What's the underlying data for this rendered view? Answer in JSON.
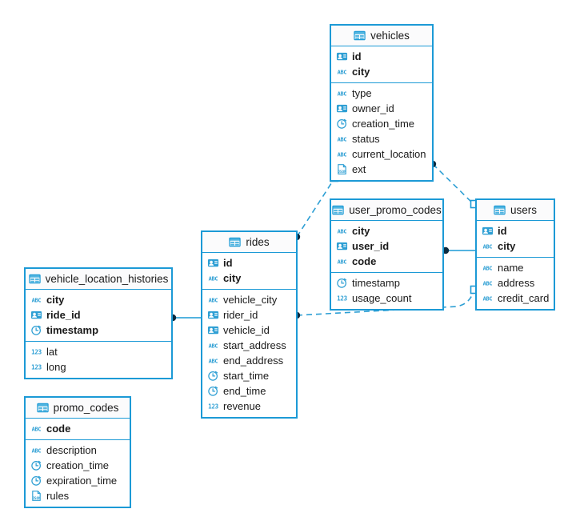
{
  "diagram": {
    "title": "database-schema-er-diagram",
    "accent_color": "#1c9ad6",
    "edge_color": "#2e9fd4",
    "marker_color": "#0b2a3f",
    "background": "#ffffff"
  },
  "icon_labels": {
    "table": "table-grid-icon",
    "string": "abc-string-type-icon",
    "uuid": "id-card-type-icon",
    "timestamp": "clock-timestamp-type-icon",
    "json": "json-document-type-icon",
    "number": "123-numeric-type-icon"
  },
  "tables": [
    {
      "id": "vehicles",
      "name": "vehicles",
      "keys": [
        {
          "name": "id",
          "type": "uuid"
        },
        {
          "name": "city",
          "type": "string"
        }
      ],
      "columns": [
        {
          "name": "type",
          "type": "string"
        },
        {
          "name": "owner_id",
          "type": "uuid"
        },
        {
          "name": "creation_time",
          "type": "timestamp"
        },
        {
          "name": "status",
          "type": "string"
        },
        {
          "name": "current_location",
          "type": "string"
        },
        {
          "name": "ext",
          "type": "json"
        }
      ]
    },
    {
      "id": "user_promo_codes",
      "name": "user_promo_codes",
      "keys": [
        {
          "name": "city",
          "type": "string"
        },
        {
          "name": "user_id",
          "type": "uuid"
        },
        {
          "name": "code",
          "type": "string"
        }
      ],
      "columns": [
        {
          "name": "timestamp",
          "type": "timestamp"
        },
        {
          "name": "usage_count",
          "type": "number"
        }
      ]
    },
    {
      "id": "users",
      "name": "users",
      "keys": [
        {
          "name": "id",
          "type": "uuid"
        },
        {
          "name": "city",
          "type": "string"
        }
      ],
      "columns": [
        {
          "name": "name",
          "type": "string"
        },
        {
          "name": "address",
          "type": "string"
        },
        {
          "name": "credit_card",
          "type": "string"
        }
      ]
    },
    {
      "id": "rides",
      "name": "rides",
      "keys": [
        {
          "name": "id",
          "type": "uuid"
        },
        {
          "name": "city",
          "type": "string"
        }
      ],
      "columns": [
        {
          "name": "vehicle_city",
          "type": "string"
        },
        {
          "name": "rider_id",
          "type": "uuid"
        },
        {
          "name": "vehicle_id",
          "type": "uuid"
        },
        {
          "name": "start_address",
          "type": "string"
        },
        {
          "name": "end_address",
          "type": "string"
        },
        {
          "name": "start_time",
          "type": "timestamp"
        },
        {
          "name": "end_time",
          "type": "timestamp"
        },
        {
          "name": "revenue",
          "type": "number"
        }
      ]
    },
    {
      "id": "vehicle_location_histories",
      "name": "vehicle_location_histories",
      "keys": [
        {
          "name": "city",
          "type": "string"
        },
        {
          "name": "ride_id",
          "type": "uuid"
        },
        {
          "name": "timestamp",
          "type": "timestamp"
        }
      ],
      "columns": [
        {
          "name": "lat",
          "type": "number"
        },
        {
          "name": "long",
          "type": "number"
        }
      ]
    },
    {
      "id": "promo_codes",
      "name": "promo_codes",
      "keys": [
        {
          "name": "code",
          "type": "string"
        }
      ],
      "columns": [
        {
          "name": "description",
          "type": "string"
        },
        {
          "name": "creation_time",
          "type": "timestamp"
        },
        {
          "name": "expiration_time",
          "type": "timestamp"
        },
        {
          "name": "rules",
          "type": "json"
        }
      ]
    }
  ],
  "relationships": [
    {
      "id": "rides-to-vehicles",
      "from": "rides",
      "to": "vehicles",
      "style": "dashed"
    },
    {
      "id": "vehicles-to-users",
      "from": "vehicles",
      "to": "users",
      "style": "dashed"
    },
    {
      "id": "rides-to-users",
      "from": "rides",
      "to": "users",
      "style": "dashed"
    },
    {
      "id": "user-promo-codes-to-users",
      "from": "user_promo_codes",
      "to": "users",
      "style": "solid"
    },
    {
      "id": "vehicle-location-histories-to-rides",
      "from": "vehicle_location_histories",
      "to": "rides",
      "style": "solid"
    }
  ]
}
